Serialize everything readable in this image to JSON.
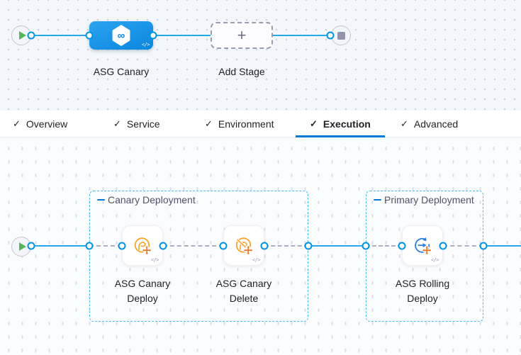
{
  "colors": {
    "edge_blue": "#25a9ec",
    "port_ring_blue": "#0092e4",
    "stage_node_blue": "#0b87de",
    "active_tab_underline": "#0278d5",
    "group_border_blue": "#4bbdf1",
    "group_label_dash": "#0278d5",
    "play_green": "#55b858",
    "stop_gray": "#9293ab",
    "asg_icon_orange": "#f5a52c",
    "asg_cross_orange": "#ee7226",
    "rolling_icon_blue": "#2f7fe0"
  },
  "glyphs": {
    "check": "✓",
    "plus": "+",
    "infinity": "∞",
    "code": "</>"
  },
  "stage_pipeline": {
    "stage_label": "ASG Canary",
    "add_stage_label": "Add Stage"
  },
  "tabs": {
    "items": [
      {
        "label": "Overview",
        "active": false
      },
      {
        "label": "Service",
        "active": false
      },
      {
        "label": "Environment",
        "active": false
      },
      {
        "label": "Execution",
        "active": true
      },
      {
        "label": "Advanced",
        "active": false
      }
    ]
  },
  "execution": {
    "groups": [
      {
        "label": "Canary Deployment"
      },
      {
        "label": "Primary Deployment"
      }
    ],
    "steps": [
      {
        "label": "ASG Canary Deploy",
        "icon": "asg-canary-deploy-icon"
      },
      {
        "label": "ASG Canary Delete",
        "icon": "asg-canary-delete-icon"
      },
      {
        "label": "ASG Rolling Deploy",
        "icon": "asg-rolling-deploy-icon"
      }
    ]
  }
}
